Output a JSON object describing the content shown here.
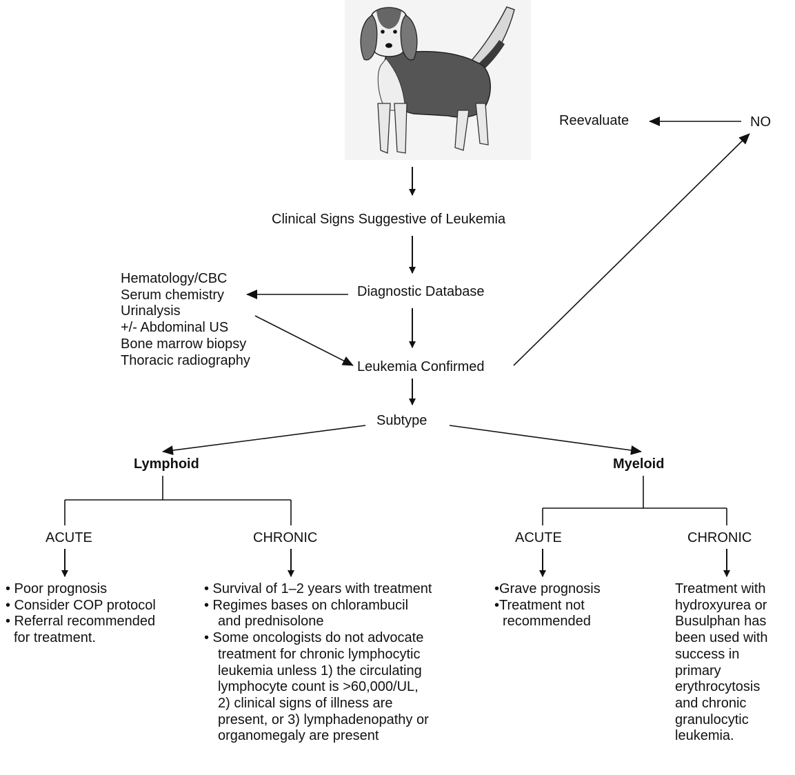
{
  "nodes": {
    "clinical_signs": "Clinical Signs Suggestive of Leukemia",
    "diagnostic_database": "Diagnostic Database",
    "leukemia_confirmed": "Leukemia Confirmed",
    "subtype": "Subtype",
    "reevaluate": "Reevaluate",
    "no": "NO",
    "lymphoid": "Lymphoid",
    "myeloid": "Myeloid",
    "lymphoid_acute": "ACUTE",
    "lymphoid_chronic": "CHRONIC",
    "myeloid_acute": "ACUTE",
    "myeloid_chronic": "CHRONIC"
  },
  "database_tests": [
    "Hematology/CBC",
    "Serum chemistry",
    "Urinalysis",
    "+/- Abdominal US",
    "Bone marrow biopsy",
    "Thoracic radiography"
  ],
  "lymphoid_acute_notes": [
    "• Poor prognosis",
    "• Consider COP protocol",
    "• Referral recommended",
    "for treatment."
  ],
  "lymphoid_chronic_notes": [
    "• Survival of 1–2 years with treatment",
    "• Regimes bases on chlorambucil",
    "and prednisolone",
    "• Some oncologists do not advocate",
    "treatment for chronic lymphocytic",
    "leukemia unless 1) the circulating",
    "lymphocyte count is >60,000/UL,",
    "2) clinical signs of illness are",
    "present, or 3) lymphadenopathy or",
    "organomegaly are present"
  ],
  "myeloid_acute_notes": [
    "•Grave prognosis",
    "•Treatment not",
    "recommended"
  ],
  "myeloid_chronic_notes": [
    "Treatment with",
    "hydroxyurea or",
    "Busulphan has",
    "been used with",
    "success in",
    "primary",
    "erythrocytosis",
    "and chronic",
    "granulocytic",
    "leukemia."
  ],
  "illustration": {
    "icon": "beagle-dog-illustration"
  }
}
